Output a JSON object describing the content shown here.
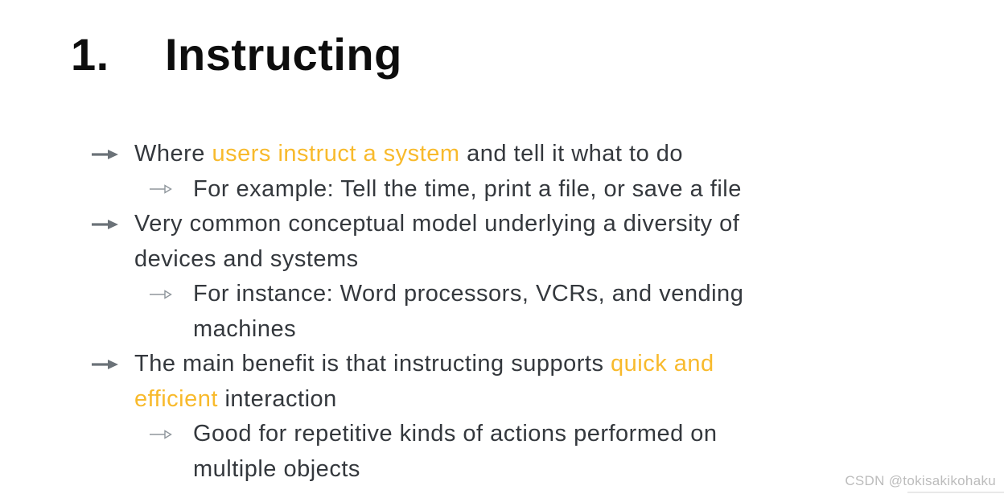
{
  "page": {
    "background": "#ffffff",
    "watermark": {
      "text": "CSDN @tokisakikohaku",
      "color": "#bcbcbc"
    }
  },
  "title": {
    "number": "1.",
    "text": "Instructing",
    "color": "#0d0d0d"
  },
  "colors": {
    "body_text": "#34383d",
    "accent": "#f8ba2c",
    "arrow_level1": "#6b7278",
    "arrow_level2": "#8f969c"
  },
  "bullets": {
    "level1_icon": "arrow-solid-icon",
    "level2_icon": "arrow-open-icon",
    "items": [
      {
        "level": 1,
        "segments": [
          {
            "text": "Where "
          },
          {
            "text": "users instruct a system",
            "accent": true
          },
          {
            "text": " and tell it what to do"
          }
        ]
      },
      {
        "level": 2,
        "segments": [
          {
            "text": "For example: Tell the time, print a file, or save a file"
          }
        ]
      },
      {
        "level": 1,
        "segments": [
          {
            "text": "Very common conceptual model underlying a diversity of\ndevices and systems"
          }
        ]
      },
      {
        "level": 2,
        "segments": [
          {
            "text": "For instance: Word processors, VCRs, and vending\nmachines"
          }
        ]
      },
      {
        "level": 1,
        "segments": [
          {
            "text": "The main benefit is that instructing supports "
          },
          {
            "text": "quick and\nefficient",
            "accent": true
          },
          {
            "text": " interaction"
          }
        ]
      },
      {
        "level": 2,
        "segments": [
          {
            "text": "Good for repetitive kinds of actions performed on\nmultiple objects"
          }
        ]
      }
    ]
  }
}
